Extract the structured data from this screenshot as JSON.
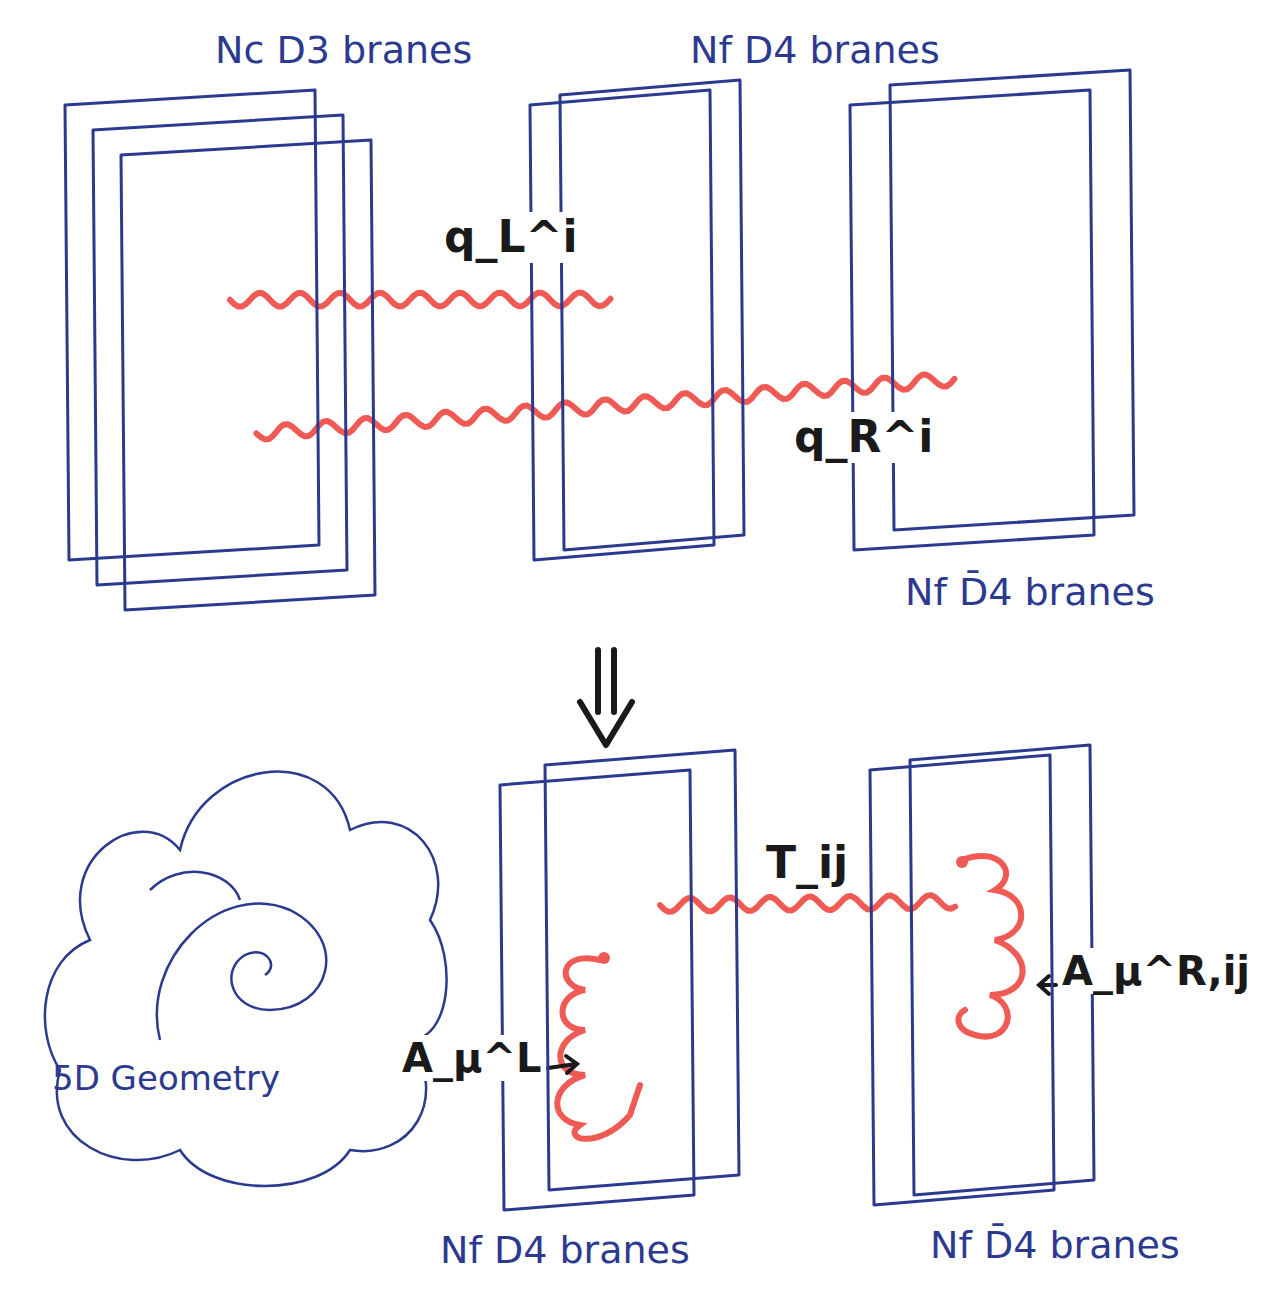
{
  "diagram": {
    "nodes": [
      {
        "text": [
          "Nc D3 branes"
        ]
      },
      {
        "text": [
          "Nf D4 branes"
        ]
      },
      {
        "text": [
          "Nf D̄4 branes"
        ]
      },
      {
        "text": [
          "5D Geometry"
        ]
      },
      {
        "text": [
          "Nf D4 branes"
        ]
      },
      {
        "text": [
          "Nf D̄4 branes"
        ]
      }
    ],
    "edges": [
      {
        "from": 0,
        "to": 1,
        "arrow": "none",
        "label": "q_L^i"
      },
      {
        "from": 0,
        "to": 2,
        "arrow": "none",
        "label": "q_R^i"
      },
      {
        "from": 4,
        "to": 5,
        "arrow": "none",
        "label": "T_ij"
      }
    ],
    "labels": [
      "A_μ^L",
      "A_μ^R,ij"
    ]
  }
}
